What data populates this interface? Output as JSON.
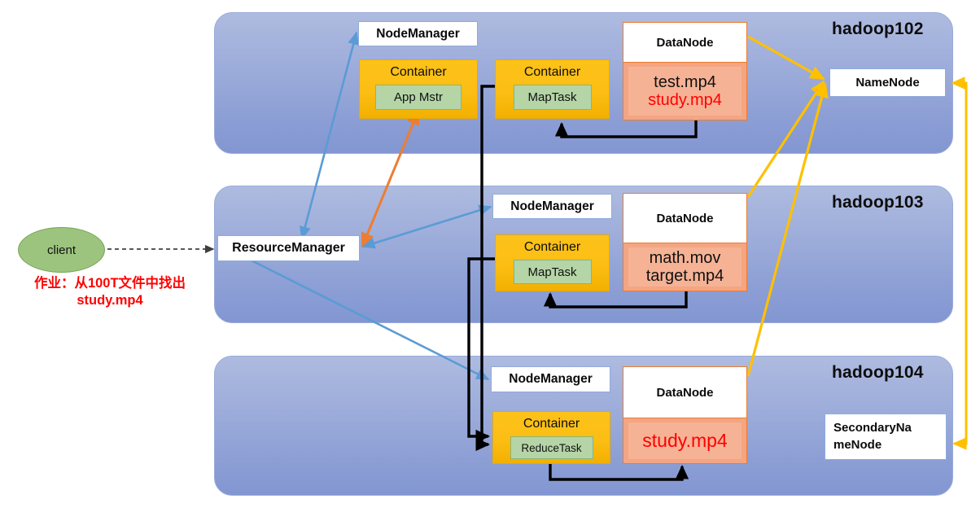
{
  "diagram": {
    "title": "Hadoop YARN / HDFS job execution diagram",
    "colors": {
      "panel_blue": "#9aaad9",
      "container_yellow": "#fcc219",
      "task_green": "#b5d5a7",
      "datanode_salmon": "#f4a582",
      "arrow_blue": "#5b9bd5",
      "arrow_orange": "#ed7d31",
      "arrow_yellow": "#ffc000",
      "arrow_black": "#000000",
      "client_green": "#9cc47e",
      "highlight_red": "#ff0000"
    }
  },
  "client": {
    "label": "client",
    "note_line1": "作业：从100T文件中找出",
    "note_line2": "study.mp4"
  },
  "resource_manager": {
    "label": "ResourceManager"
  },
  "name_node": {
    "label": "NameNode"
  },
  "secondary_name_node": {
    "line1": "SecondaryNa",
    "line2": "meNode"
  },
  "nodes": [
    {
      "name": "hadoop102",
      "node_manager": "NodeManager",
      "containers": [
        {
          "title": "Container",
          "task": "App Mstr"
        },
        {
          "title": "Container",
          "task": "MapTask"
        }
      ],
      "data_node": {
        "title": "DataNode",
        "files": [
          {
            "name": "test.mp4",
            "highlight": false
          },
          {
            "name": "study.mp4",
            "highlight": true
          }
        ]
      }
    },
    {
      "name": "hadoop103",
      "node_manager": "NodeManager",
      "containers": [
        {
          "title": "Container",
          "task": "MapTask"
        }
      ],
      "data_node": {
        "title": "DataNode",
        "files": [
          {
            "name": "math.mov",
            "highlight": false
          },
          {
            "name": "target.mp4",
            "highlight": false
          }
        ]
      }
    },
    {
      "name": "hadoop104",
      "node_manager": "NodeManager",
      "containers": [
        {
          "title": "Container",
          "task": "ReduceTask"
        }
      ],
      "data_node": {
        "title": "DataNode",
        "files": [
          {
            "name": "study.mp4",
            "highlight": true
          }
        ]
      }
    }
  ]
}
